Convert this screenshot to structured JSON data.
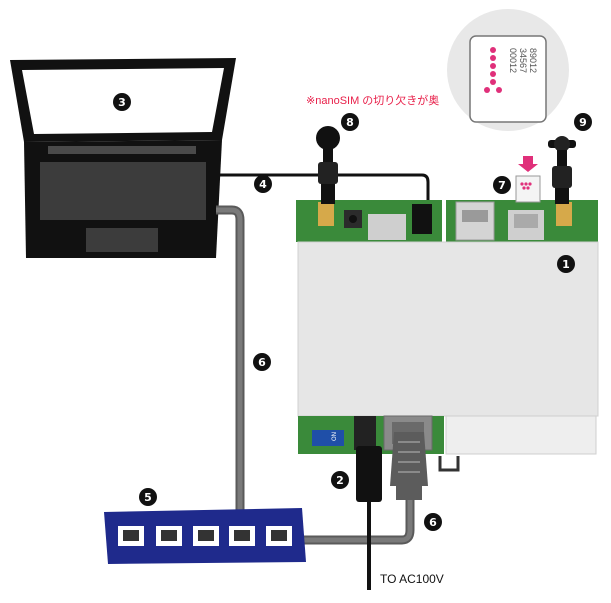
{
  "note": "※nanoSIM の切り欠きが奥",
  "sim_card_text": [
    "00012",
    "34567",
    "89012"
  ],
  "power_label": "TO AC100V",
  "usb_label": "ON",
  "callouts": {
    "n1": "1",
    "n2": "2",
    "n3": "3",
    "n4": "4",
    "n5": "5",
    "n6a": "6",
    "n6b": "6",
    "n7": "7",
    "n8": "8",
    "n9": "9"
  },
  "colors": {
    "board_green": "#3a8a3a",
    "case_gray": "#e6e6e6",
    "switch_blue": "#1f2a8c",
    "note_red": "#e8204a",
    "sim_pink": "#e0307a",
    "cable_gray": "#6e6e6e"
  }
}
